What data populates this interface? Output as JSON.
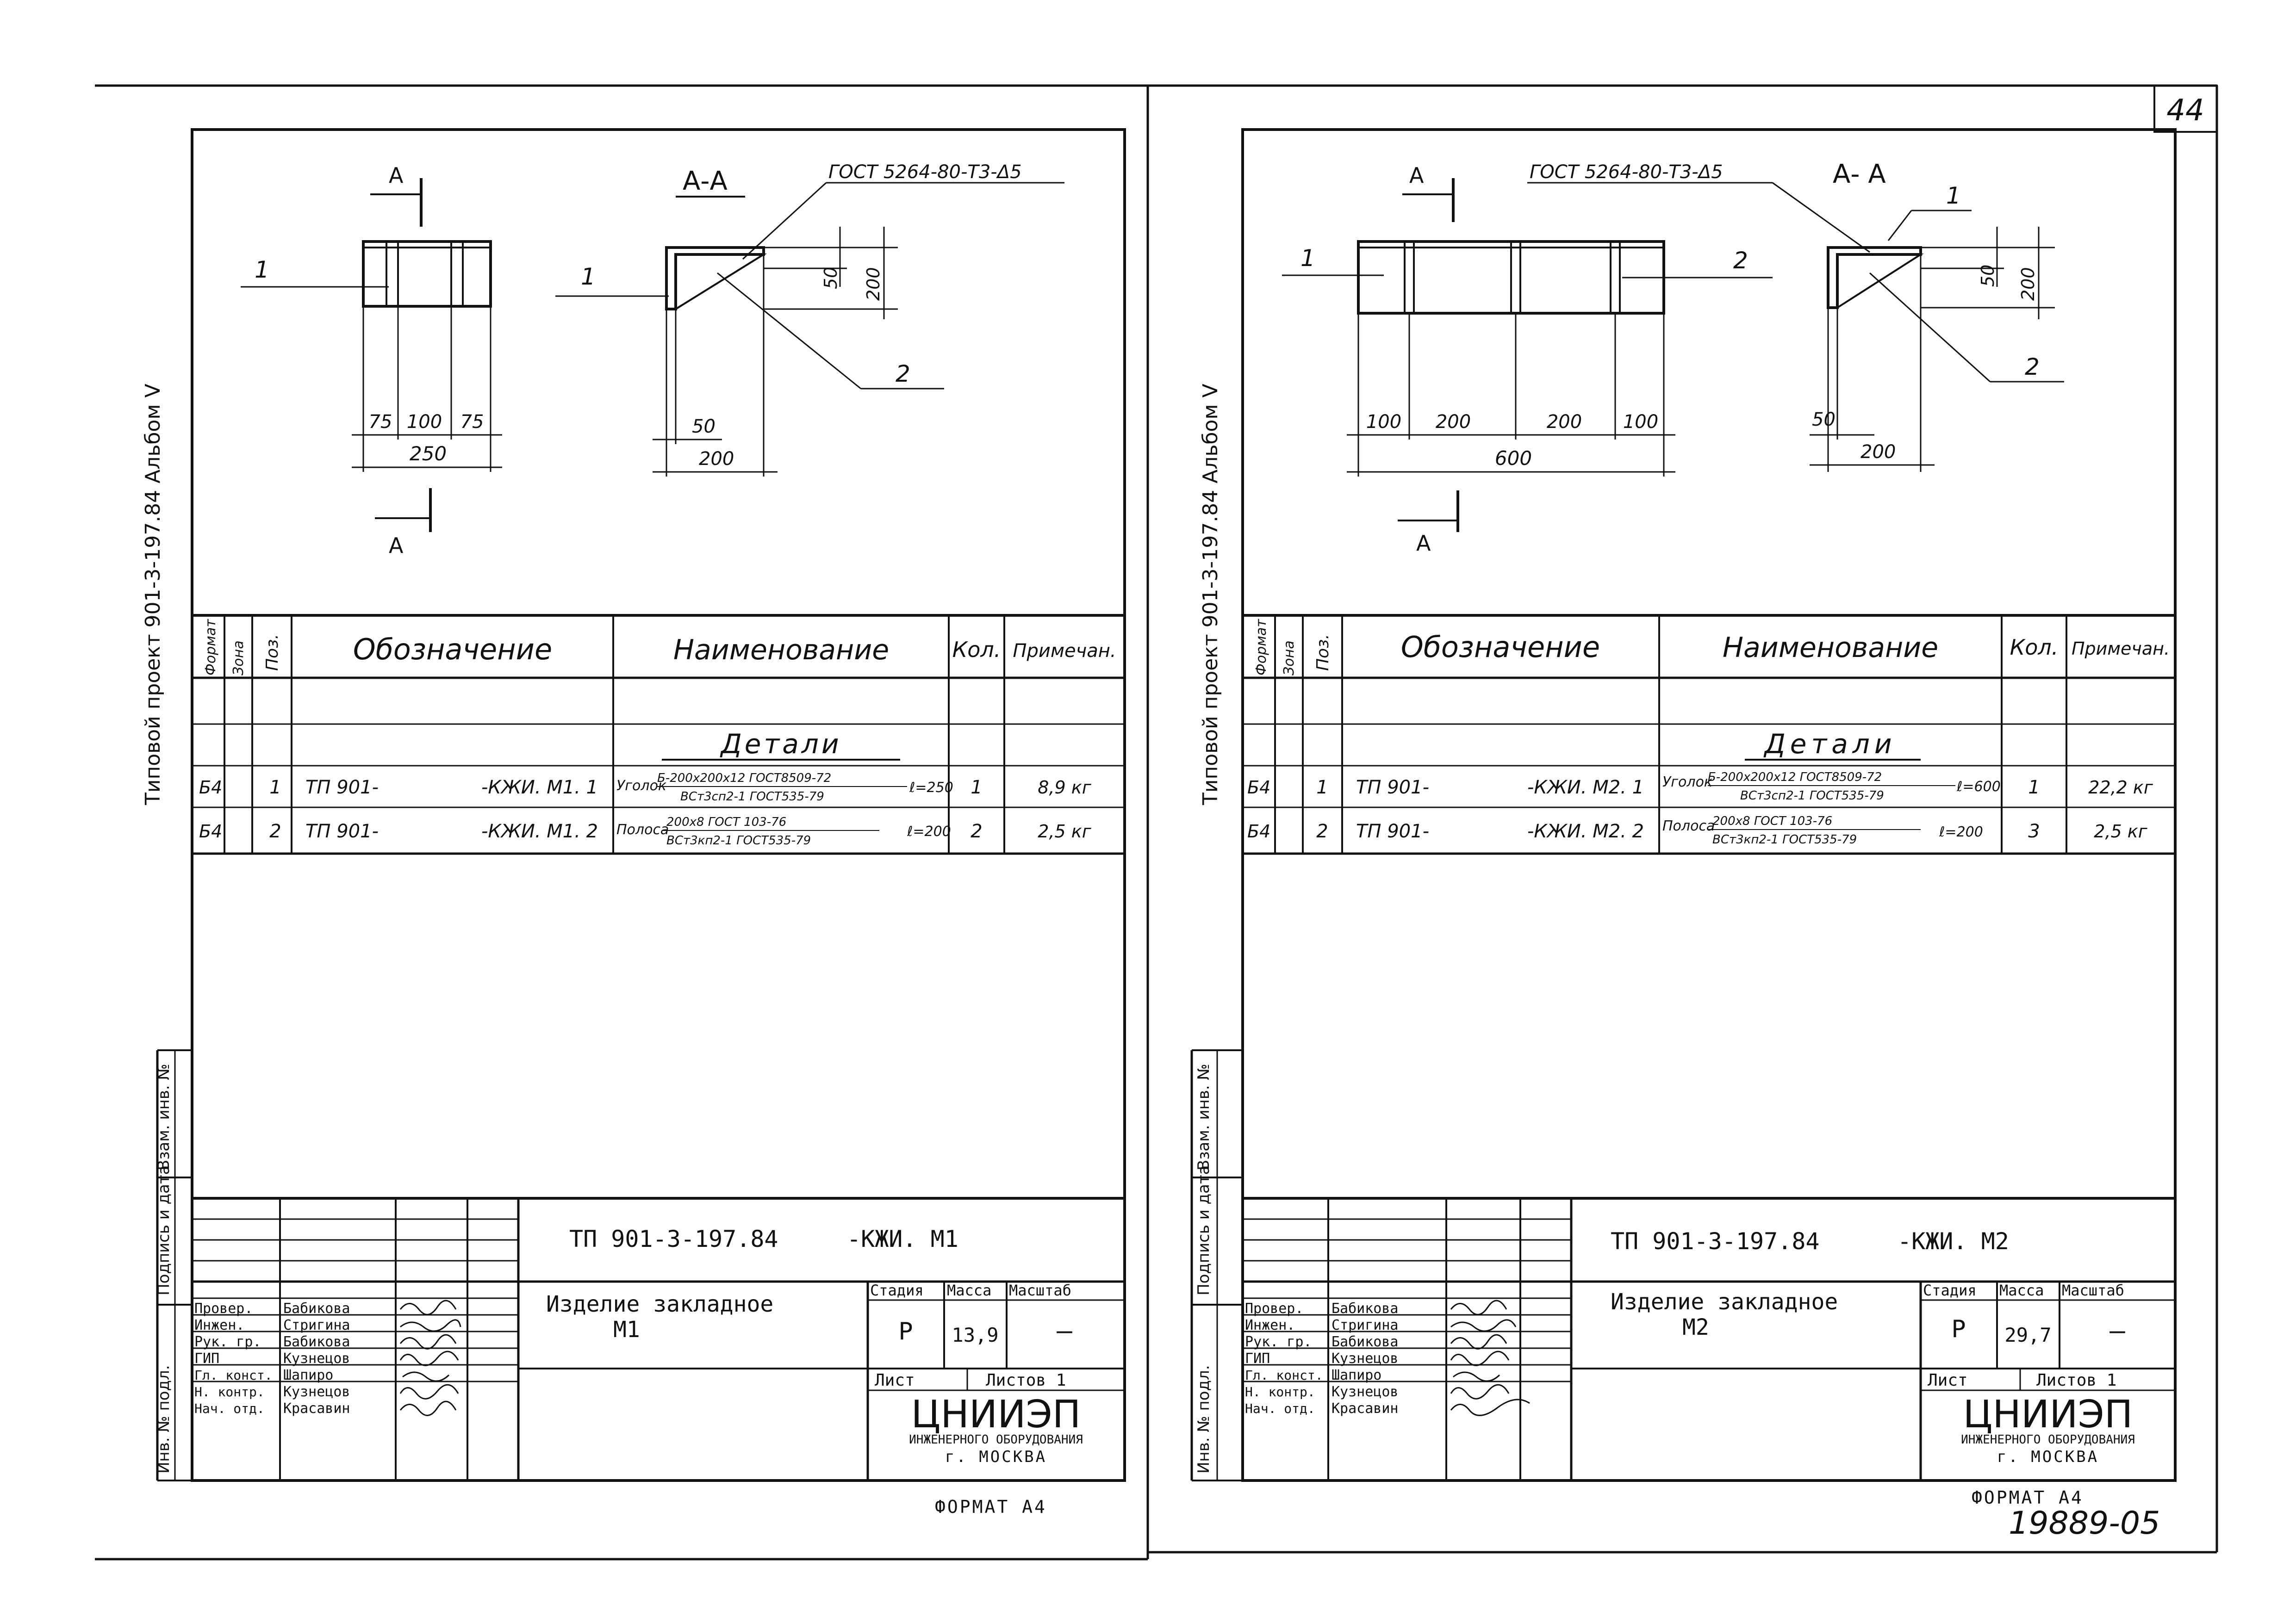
{
  "page_number": "44",
  "sheet_code": "19889-05",
  "format_label": "ФОРМАТ А4",
  "sheets": [
    {
      "side_title": "Типовой проект 901-3-197.84 Альбом V",
      "section_mark": "А",
      "section_title": "А-А",
      "weld_note": "ГОСТ 5264-80-Т3-Δ5",
      "callout_1": "1",
      "callout_2": "2",
      "dims_plan": [
        "75",
        "100",
        "75"
      ],
      "dim_total": "250",
      "dims_section": [
        "50",
        "200"
      ],
      "dims_section_v": [
        "50",
        "200"
      ],
      "spec_headers": [
        "Формат",
        "Зона",
        "Поз.",
        "Обозначение",
        "Наименование",
        "Кол.",
        "Примечан."
      ],
      "spec_section": "Детали",
      "spec_rows": [
        {
          "format": "Б4",
          "zone": "",
          "pos": "1",
          "des_a": "ТП 901-",
          "des_b": "-КЖИ. М1. 1",
          "name_a": "Уголок",
          "name_top": "Б-200х200х12 ГОСТ8509-72",
          "name_bot": "ВСт3сп2-1 ГОСТ535-79",
          "name_len": "ℓ=250",
          "qty": "1",
          "note": "8,9 кг"
        },
        {
          "format": "Б4",
          "zone": "",
          "pos": "2",
          "des_a": "ТП 901-",
          "des_b": "-КЖИ. М1. 2",
          "name_a": "Полоса",
          "name_top": "200х8 ГОСТ 103-76",
          "name_bot": "ВСт3кп2-1 ГОСТ535-79",
          "name_len": "ℓ=200",
          "qty": "2",
          "note": "2,5 кг"
        }
      ],
      "side_columns": [
        "Инв. № подл.",
        "Подпись и дата",
        "Взам. инв. №"
      ],
      "stamp_code": "ТП 901-3-197.84",
      "stamp_suffix": "-КЖИ. М1",
      "product_title": "Изделие закладное",
      "product_mark": "М1",
      "roles": [
        "Провер.",
        "Инжен.",
        "Рук. гр.",
        "ГИП",
        "Гл. конст.",
        "Н. контр.",
        "Нач. отд."
      ],
      "names": [
        "Бабикова",
        "Стригина",
        "Бабикова",
        "Кузнецов",
        "Шапиро",
        "Кузнецов",
        "Красавин"
      ],
      "col_labels": [
        "Стадия",
        "Масса",
        "Масштаб"
      ],
      "stage": "Р",
      "mass": "13,9",
      "scale": "–",
      "sheet_label": "Лист",
      "sheets_label": "Листов 1",
      "org_name": "ЦНИИЭП",
      "org_line2": "ИНЖЕНЕРНОГО ОБОРУДОВАНИЯ",
      "org_city": "г. МОСКВА"
    },
    {
      "side_title": "Типовой проект 901-3-197.84 Альбом V",
      "section_mark": "А",
      "section_title": "А- А",
      "weld_note": "ГОСТ 5264-80-Т3-Δ5",
      "callout_1": "1",
      "callout_2": "2",
      "dims_plan": [
        "100",
        "200",
        "200",
        "100"
      ],
      "dim_total": "600",
      "dims_section": [
        "50",
        "200"
      ],
      "dims_section_v": [
        "50",
        "200"
      ],
      "spec_headers": [
        "Формат",
        "Зона",
        "Поз.",
        "Обозначение",
        "Наименование",
        "Кол.",
        "Примечан."
      ],
      "spec_section": "Детали",
      "spec_rows": [
        {
          "format": "Б4",
          "zone": "",
          "pos": "1",
          "des_a": "ТП 901-",
          "des_b": "-КЖИ. М2. 1",
          "name_a": "Уголок",
          "name_top": "Б-200х200х12 ГОСТ8509-72",
          "name_bot": "ВСт3сп2-1 ГОСТ535-79",
          "name_len": "ℓ=600",
          "qty": "1",
          "note": "22,2 кг"
        },
        {
          "format": "Б4",
          "zone": "",
          "pos": "2",
          "des_a": "ТП 901-",
          "des_b": "-КЖИ. М2. 2",
          "name_a": "Полоса",
          "name_top": "200х8 ГОСТ 103-76",
          "name_bot": "ВСт3кп2-1 ГОСТ535-79",
          "name_len": "ℓ=200",
          "qty": "3",
          "note": "2,5 кг"
        }
      ],
      "side_columns": [
        "Инв. № подл.",
        "Подпись и дата",
        "Взам. инв. №"
      ],
      "stamp_code": "ТП 901-3-197.84",
      "stamp_suffix": "-КЖИ. М2",
      "product_title": "Изделие закладное",
      "product_mark": "М2",
      "roles": [
        "Провер.",
        "Инжен.",
        "Рук. гр.",
        "ГИП",
        "Гл. конст.",
        "Н. контр.",
        "Нач. отд."
      ],
      "names": [
        "Бабикова",
        "Стригина",
        "Бабикова",
        "Кузнецов",
        "Шапиро",
        "Кузнецов",
        "Красавин"
      ],
      "col_labels": [
        "Стадия",
        "Масса",
        "Масштаб"
      ],
      "stage": "Р",
      "mass": "29,7",
      "scale": "–",
      "sheet_label": "Лист",
      "sheets_label": "Листов 1",
      "org_name": "ЦНИИЭП",
      "org_line2": "ИНЖЕНЕРНОГО ОБОРУДОВАНИЯ",
      "org_city": "г. МОСКВА"
    }
  ]
}
